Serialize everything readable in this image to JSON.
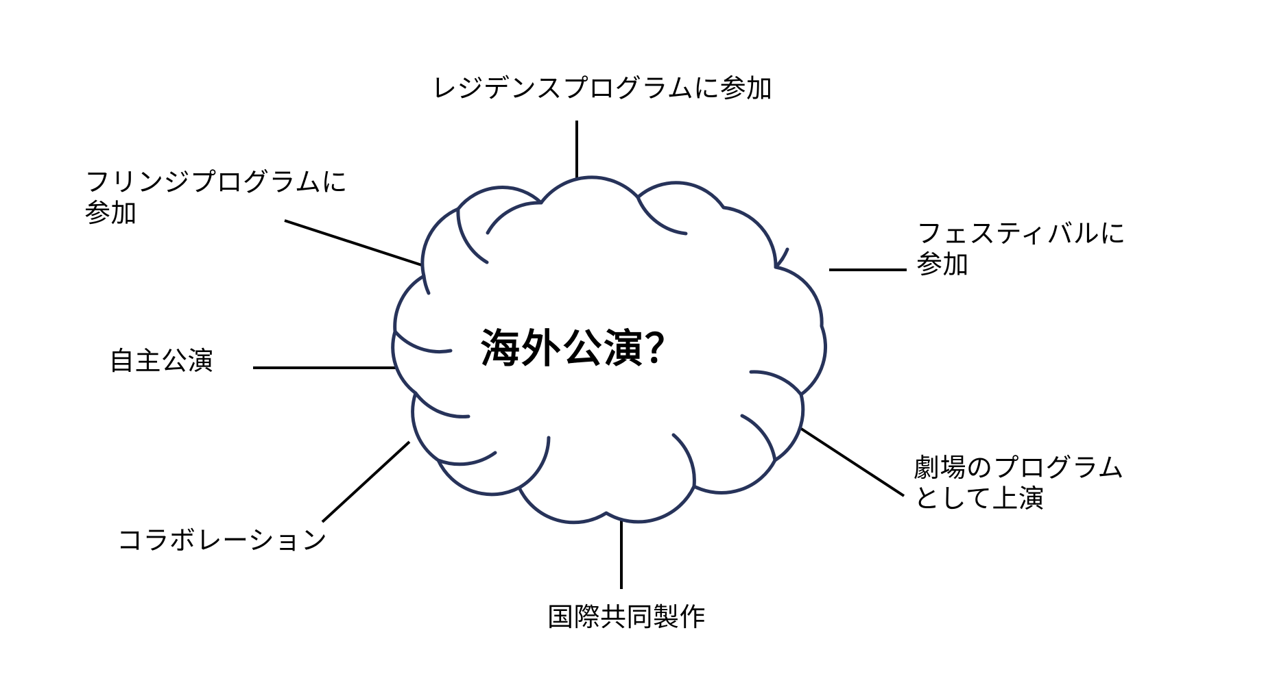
{
  "diagram": {
    "type": "cloud-mind-map",
    "background_color": "#ffffff",
    "cloud_stroke_color": "#27335A",
    "connector_color": "#000000",
    "text_color": "#000000",
    "center": {
      "text": "海外公演？"
    },
    "branches": [
      {
        "id": "residence",
        "label": "レジデンスプログラムに参加",
        "position": "top"
      },
      {
        "id": "fringe",
        "label": "フリンジプログラムに\n参加",
        "position": "top-left"
      },
      {
        "id": "self",
        "label": "自主公演",
        "position": "left"
      },
      {
        "id": "collab",
        "label": "コラボレーション",
        "position": "bottom-left"
      },
      {
        "id": "festival",
        "label": "フェスティバルに\n参加",
        "position": "top-right"
      },
      {
        "id": "theatre",
        "label": "劇場のプログラム\nとして上演",
        "position": "bottom-right"
      },
      {
        "id": "coproduce",
        "label": "国際共同製作",
        "position": "bottom"
      }
    ]
  }
}
